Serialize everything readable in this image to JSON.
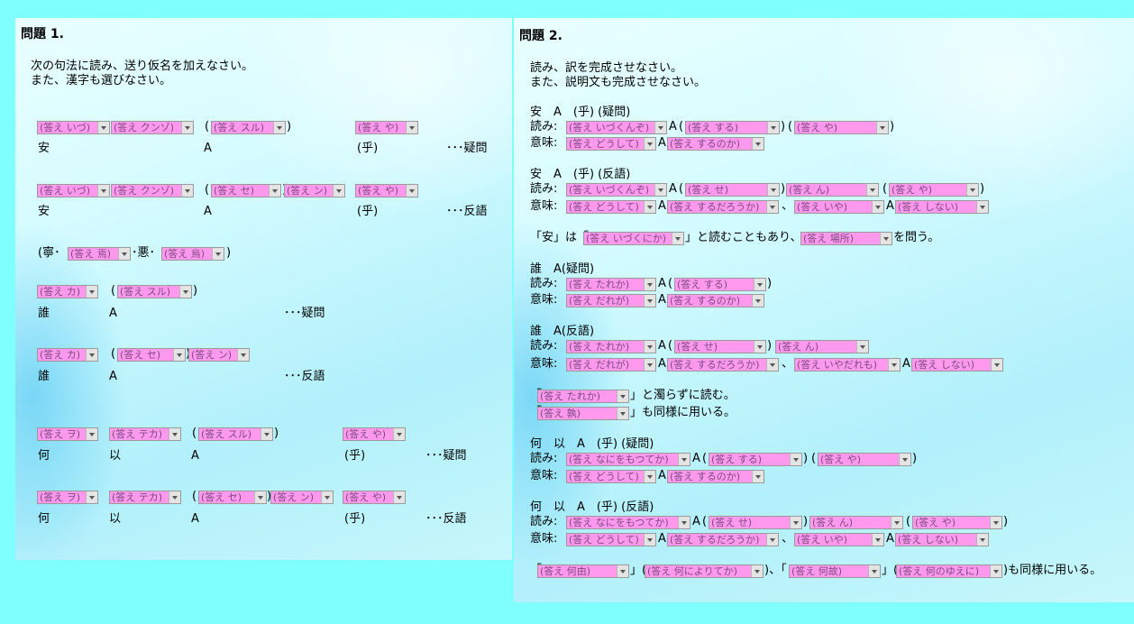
{
  "panel1": {
    "title": "問題 1.",
    "instructions": [
      "次の句法に読み、送り仮名を加えなさい。",
      "また、漢字も選びなさい。"
    ],
    "q1": {
      "readings": [
        "(答え いづ)",
        "(答え クンゾ)",
        "(答え スル)",
        "(答え や)"
      ],
      "kanji": [
        "安",
        "A",
        "(乎)"
      ],
      "type": "･･･疑問"
    },
    "q2": {
      "readings": [
        "(答え いづ)",
        "(答え クンゾ)",
        "(答え セ)",
        "(答え ン)",
        "(答え や)"
      ],
      "kanji": [
        "安",
        "A",
        "(乎)"
      ],
      "type": "･･･反語"
    },
    "q3": {
      "lead": "(寧･",
      "dropdown1": "(答え 焉)",
      "middle": "･悪･",
      "dropdown2": "(答え 烏)",
      "close": ")"
    },
    "q4": {
      "readings": [
        "(答え カ)",
        "(答え スル)"
      ],
      "kanji": [
        "誰",
        "A"
      ],
      "type": "･･･疑問"
    },
    "q5": {
      "readings": [
        "(答え カ)",
        "(答え セ)",
        "(答え ン)"
      ],
      "kanji": [
        "誰",
        "A"
      ],
      "type": "･･･反語"
    },
    "q6": {
      "readings": [
        "(答え ヲ)",
        "(答え テカ)",
        "(答え スル)",
        "(答え や)"
      ],
      "kanji": [
        "何",
        "以",
        "A",
        "(乎)"
      ],
      "type": "･･･疑問"
    },
    "q7": {
      "readings": [
        "(答え ヲ)",
        "(答え テカ)",
        "(答え セ)",
        "(答え ン)",
        "(答え や)"
      ],
      "kanji": [
        "何",
        "以",
        "A",
        "(乎)"
      ],
      "type": "･･･反語"
    }
  },
  "panel2": {
    "title": "問題 2.",
    "instructions": [
      "読み、訳を完成させなさい。",
      "また、説明文も完成させなさい。"
    ],
    "labels": {
      "yomi": "読み:",
      "imi": "意味:",
      "a": "A",
      "open": "(",
      "close": ")",
      "comma": "、"
    },
    "s1": {
      "heading": "安　A　(乎) (疑問)",
      "yomi": [
        "(答え いづくんぞ)",
        "(答え する)",
        "(答え や)"
      ],
      "imi": [
        "(答え どうして)",
        "(答え するのか)"
      ]
    },
    "s2": {
      "heading": "安　A　(乎) (反語)",
      "yomi": [
        "(答え いづくんぞ)",
        "(答え せ)",
        "(答え ん)",
        "(答え や)"
      ],
      "imi": [
        "(答え どうして)",
        "(答え するだろうか)",
        "(答え いや)",
        "(答え しない)"
      ]
    },
    "s3": {
      "t1": "「安」は「",
      "d1": "(答え いづくにか)",
      "t2": "」と読むこともあり、",
      "d2": "(答え 場所)",
      "t3": "を問う。"
    },
    "s4": {
      "heading": "誰　A(疑問)",
      "yomi": [
        "(答え たれか)",
        "(答え する)"
      ],
      "imi": [
        "(答え だれが)",
        "(答え するのか)"
      ]
    },
    "s5": {
      "heading": "誰　A(反語)",
      "yomi": [
        "(答え たれか)",
        "(答え せ)",
        "(答え ん)"
      ],
      "imi": [
        "(答え だれが)",
        "(答え するだろうか)",
        "(答え いやだれも)",
        "(答え しない)"
      ]
    },
    "s6": {
      "l1a": "「",
      "l1d": "(答え たれか)",
      "l1b": "」と濁らずに読む。",
      "l2a": "「",
      "l2d": "(答え 孰)",
      "l2b": "」も同様に用いる。"
    },
    "s7": {
      "heading": "何　以　A　(乎) (疑問)",
      "yomi": [
        "(答え なにをもつてか)",
        "(答え する)",
        "(答え や)"
      ],
      "imi": [
        "(答え どうして)",
        "(答え するのか)"
      ]
    },
    "s8": {
      "heading": "何　以　A　(乎) (反語)",
      "yomi": [
        "(答え なにをもつてか)",
        "(答え せ)",
        "(答え ん)",
        "(答え や)"
      ],
      "imi": [
        "(答え どうして)",
        "(答え するだろうか)",
        "(答え いや)",
        "(答え しない)"
      ]
    },
    "s9": {
      "t1": "「",
      "d1": "(答え 何由)",
      "t2": "」(",
      "d2": "(答え 何によりてか)",
      "t3": ")、「",
      "d3": "(答え 何故)",
      "t4": "」(",
      "d4": "(答え 何のゆえに)",
      "t5": ")も同様に用いる。"
    }
  },
  "colors": {
    "background": "#80ffff",
    "dropdown": "#ff99ee"
  },
  "icons": {
    "dropdown": "chevron-down-icon"
  }
}
